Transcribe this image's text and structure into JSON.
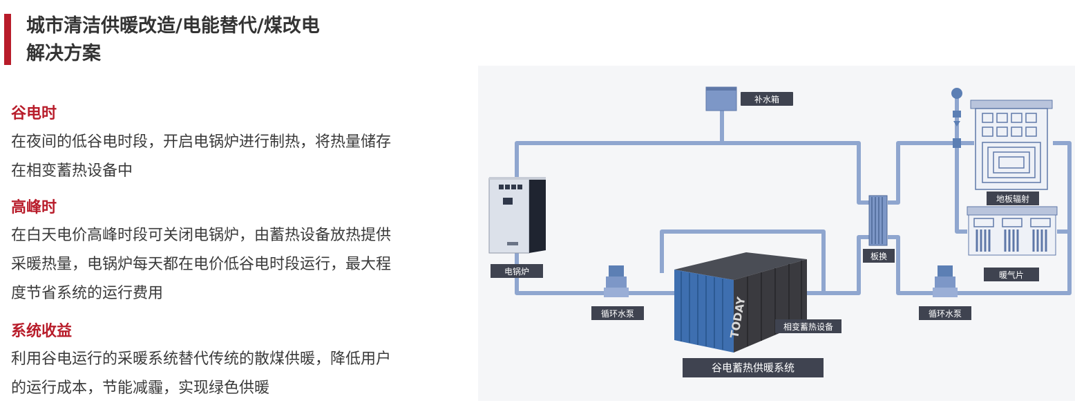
{
  "header": {
    "title_line1": "城市清洁供暖改造/电能替代/煤改电",
    "title_line2": "解决方案"
  },
  "sections": [
    {
      "heading": "谷电时",
      "lines": [
        "在夜间的低谷电时段，开启电锅炉进行制热，将热量储存",
        "在相变蓄热设备中"
      ]
    },
    {
      "heading": "高峰时",
      "lines": [
        "在白天电价高峰时段可关闭电锅炉，由蓄热设备放热提供",
        "采暖热量，电锅炉每天都在电价低谷电时段运行，最大程",
        "度节省系统的运行费用"
      ]
    },
    {
      "heading": "系统收益",
      "lines": [
        "利用谷电运行的采暖系统替代传统的散煤供暖，降低用户",
        "的运行成本，节能减霾，实现绿色供暖"
      ]
    }
  ],
  "diagram": {
    "labels": {
      "makeup_tank": "补水箱",
      "boiler": "电锅炉",
      "pump_left": "循环水泵",
      "storage": "相变蓄热设备",
      "system": "谷电蓄热供暖系统",
      "exchanger": "板换",
      "floor_heating": "地板辐射",
      "radiator": "暖气片",
      "pump_right": "循环水泵"
    },
    "container_brand": "TODAY",
    "colors": {
      "accent": "#b81c2a",
      "pipe": "#8fa6cf",
      "label_bg": "#3f4350",
      "container_blue": "#3e6fb0",
      "container_dark": "#3a3a3f"
    }
  }
}
